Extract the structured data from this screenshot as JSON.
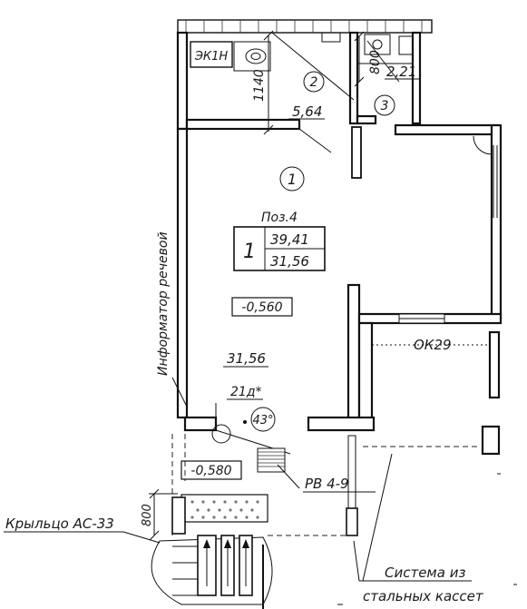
{
  "labels": {
    "equipment_box": "ЭК1Н",
    "room1_num": "1",
    "room2_num": "2",
    "room3_num": "3",
    "dim_1140": "1140",
    "dim_800_top": "800",
    "dim_800_porch": "800",
    "area_bath": "5,64",
    "area_wc": "2,21",
    "pos": "Поз.4",
    "apt_rooms": "1",
    "apt_total": "39,41",
    "apt_living": "31,56",
    "level_inside": "-0,560",
    "level_outside": "-0,580",
    "area_room": "31,56",
    "door_mark": "21д*",
    "angle": "43°",
    "window": "ОК29",
    "ramp": "РВ 4-9",
    "porch": "Крыльцо АС-33",
    "informer": "Информатор речевой",
    "system_line1": "Система из",
    "system_line2": "стальных кассет"
  }
}
